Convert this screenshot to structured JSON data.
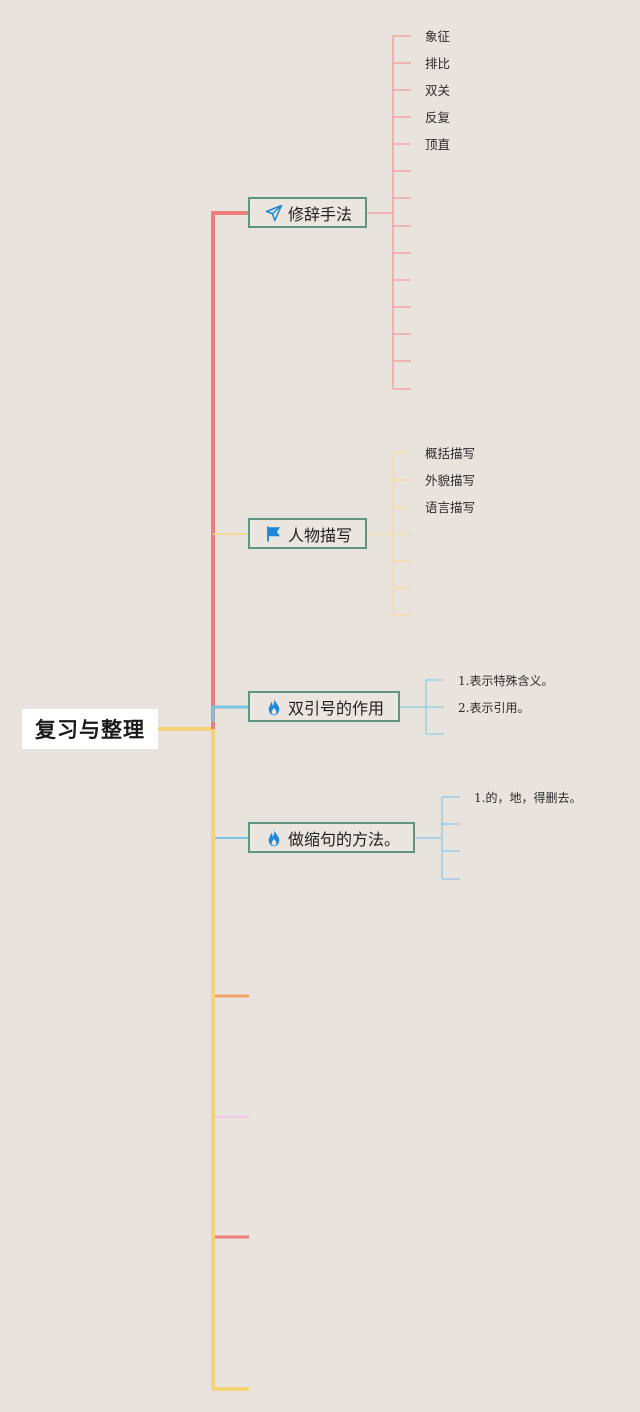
{
  "root": {
    "label": "复习与整理"
  },
  "branches": [
    {
      "label": "修辞手法",
      "icon": "paper-plane-icon",
      "color": "#ef7d7d",
      "leaves": [
        "象征",
        "排比",
        "双关",
        "反复",
        "顶直"
      ]
    },
    {
      "label": "人物描写",
      "icon": "flag-icon",
      "color": "#f6d79a",
      "leaves": [
        "概括描写",
        "外貌描写",
        "语言描写"
      ]
    },
    {
      "label": "双引号的作用",
      "icon": "flame-icon",
      "color": "#7cc3e0",
      "leaves": [
        "1.表示特殊含义。",
        "2.表示引用。"
      ]
    },
    {
      "label": "做缩句的方法。",
      "icon": "flame-icon",
      "color": "#7cc3e0",
      "leaves": [
        "1.的，地，得删去。"
      ]
    }
  ],
  "colors": {
    "background": "#e8e3dc",
    "node_border": "#5e9683",
    "root_background": "#ffffff",
    "trunk_yellow": "#f6d27a",
    "trunk_red": "#ef7d7d",
    "stub_orange": "#f0a46a",
    "stub_pink": "#f2c8e8",
    "stub_red": "#ef7d7d",
    "icon_blue": "#1e88d8"
  }
}
